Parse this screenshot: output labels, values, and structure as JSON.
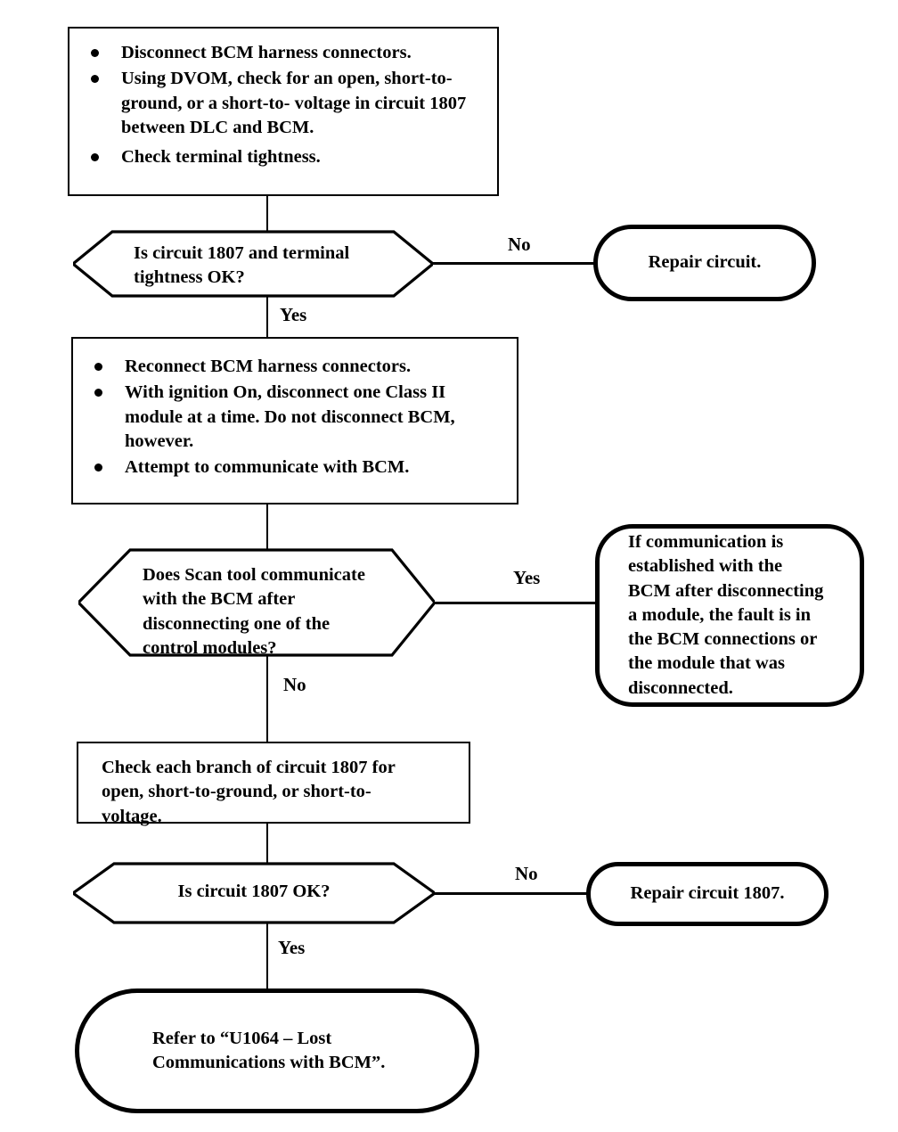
{
  "diagram": {
    "title": "BCM Class II communication diagnostic flowchart",
    "background_color": "#ffffff",
    "line_color": "#000000"
  },
  "nodes": {
    "step1": {
      "type": "process",
      "bullets": [
        "Disconnect BCM harness connectors.",
        "Using DVOM, check for an open, short-to-ground, or a short-to- voltage in circuit 1807 between DLC and BCM.",
        "Check terminal tightness."
      ]
    },
    "decision1": {
      "type": "decision",
      "text": "Is circuit 1807 and terminal\ntightness OK?"
    },
    "repair1": {
      "type": "terminal",
      "text": "Repair circuit."
    },
    "step2": {
      "type": "process",
      "bullets": [
        "Reconnect BCM harness connectors.",
        "With ignition On, disconnect one Class II module at a time. Do not disconnect BCM, however.",
        "Attempt to communicate with BCM."
      ]
    },
    "decision2": {
      "type": "decision",
      "text": "Does Scan tool communicate\nwith the BCM after\ndisconnecting one of the\ncontrol modules?"
    },
    "result2": {
      "type": "terminal",
      "text": "If communication is\nestablished with the\nBCM after disconnecting\na module, the fault is in\nthe BCM connections or\nthe module that was\ndisconnected."
    },
    "step3": {
      "type": "process",
      "text": "Check each branch of circuit 1807 for\nopen, short-to-ground, or short-to-\nvoltage."
    },
    "decision3": {
      "type": "decision",
      "text": "Is circuit 1807 OK?"
    },
    "repair3": {
      "type": "terminal",
      "text": "Repair circuit 1807."
    },
    "final": {
      "type": "terminal",
      "text": "Refer to “U1064 – Lost\nCommunications with BCM”."
    }
  },
  "edge_labels": {
    "d1_no": "No",
    "d1_yes": "Yes",
    "d2_yes": "Yes",
    "d2_no": "No",
    "d3_no": "No",
    "d3_yes": "Yes"
  }
}
